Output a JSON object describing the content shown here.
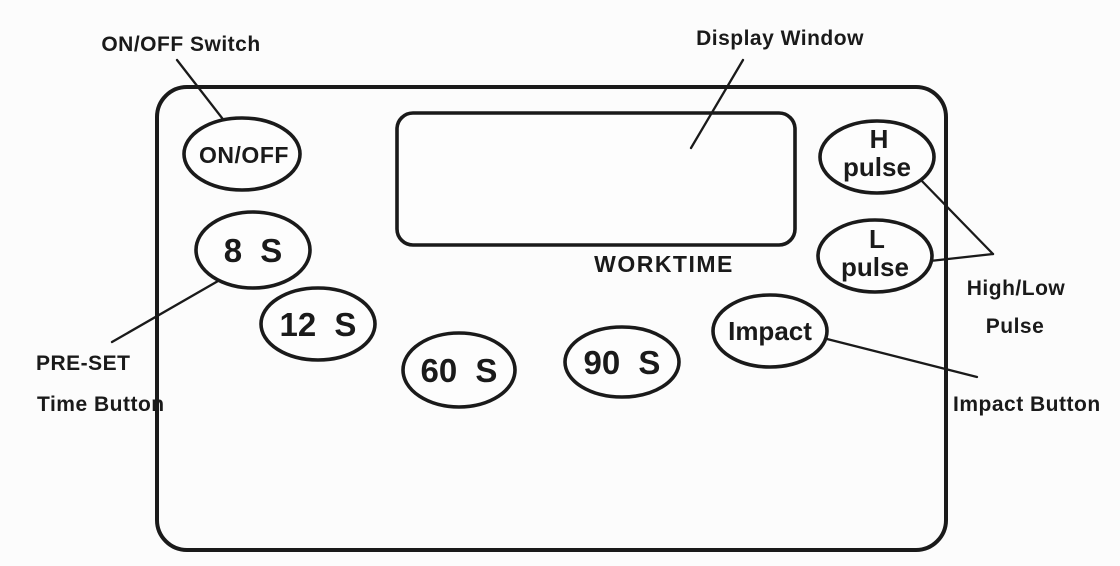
{
  "colors": {
    "ink": "#1a1a1a",
    "background": "#fcfcfc"
  },
  "annotations": {
    "onoff_switch": "ON/OFF Switch",
    "display_window": "Display Window",
    "preset_line1": "PRE-SET",
    "preset_line2": "Time Button",
    "highlow_line1": "High/Low",
    "highlow_line2": "Pulse",
    "impact_button": "Impact Button"
  },
  "panel": {
    "worktime_label": "WORKTIME",
    "buttons": {
      "onoff": "ON/OFF",
      "preset_8s": "8 S",
      "preset_12s": "12 S",
      "preset_60s": "60 S",
      "preset_90s": "90 S",
      "impact": "Impact",
      "h_pulse_line1": "H",
      "h_pulse_line2": "pulse",
      "l_pulse_line1": "L",
      "l_pulse_line2": "pulse"
    }
  }
}
